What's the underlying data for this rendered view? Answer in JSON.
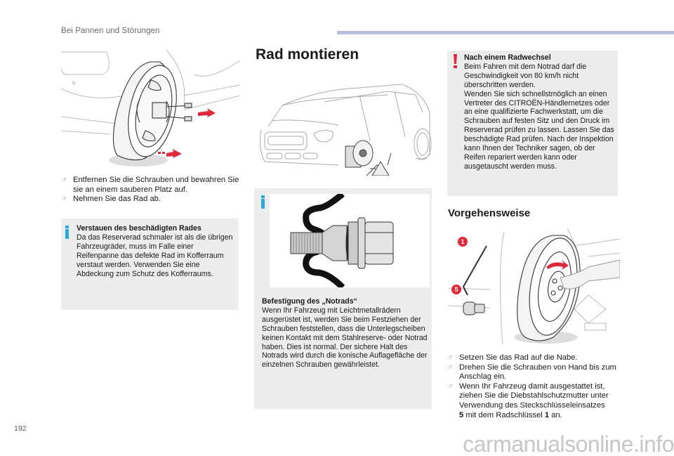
{
  "header": {
    "section_title": "Bei Pannen und Störungen",
    "accent_color": "#b9bde0"
  },
  "left_column": {
    "illustration_icon": "wheel-removal-illustration",
    "steps": [
      "Entfernen Sie die Schrauben und bewahren Sie sie an einem sauberen Platz auf.",
      "Nehmen Sie das Rad ab."
    ],
    "info_box": {
      "icon": "info-icon",
      "title": "Verstauen des beschädigten Rades",
      "body": "Da das Reserverad schmaler ist als die übrigen Fahrzeugräder, muss im Falle einer Reifenpanne das defekte Rad im Kofferraum verstaut werden. Verwenden Sie eine Abdeckung zum Schutz des Kofferraums."
    }
  },
  "middle_column": {
    "heading": "Rad montieren",
    "car_illustration_icon": "car-on-jack-illustration",
    "info_box": {
      "icon": "info-icon",
      "bolt_illustration_icon": "wheel-bolt-illustration",
      "title": "Befestigung des „Notrads“",
      "body": "Wenn Ihr Fahrzeug mit Leichtmetallrädern ausgerüstet ist, werden Sie beim Festziehen der Schrauben feststellen, dass die Unterlegscheiben keinen Kontakt mit dem Stahlreserve- oder Notrad haben. Dies ist normal. Der sichere Halt des Notrads wird durch die konische Auflagefläche der einzelnen Schrauben gewährleistet."
    }
  },
  "right_column": {
    "warning_box": {
      "icon": "warning-icon",
      "title": "Nach einem Radwechsel",
      "body": "Beim Fahren mit dem Notrad darf die Geschwindigkeit von 80 km/h nicht überschritten werden.\nWenden Sie sich schnellstmöglich an einen Vertreter des CITROËN-Händlernetzes oder an eine qualifizierte Fachwerkstatt, um die Schrauben auf festen Sitz und den Druck im Reserverad prüfen zu lassen. Lassen Sie das beschädigte Rad prüfen. Nach der Inspektion kann Ihnen der Techniker sagen, ob der Reifen repariert werden kann oder ausgetauscht werden muss."
    },
    "heading": "Vorgehensweise",
    "illustration_icon": "wheel-mounting-illustration",
    "badges": [
      "1",
      "5"
    ],
    "steps": [
      "Setzen Sie das Rad auf die Nabe.",
      "Drehen Sie die Schrauben von Hand bis zum Anschlag ein.",
      "Wenn Ihr Fahrzeug damit ausgestattet ist, ziehen Sie die Diebstahlschutzmutter unter Verwendung des Steckschlüsseleinsatzes"
    ],
    "last_step_num_a": "5",
    "last_step_mid": " mit dem Radschlüssel ",
    "last_step_num_b": "1",
    "last_step_end": " an."
  },
  "footer": {
    "page_number": "192",
    "watermark": "carmanualsonline.info"
  },
  "colors": {
    "info": "#2fa9dd",
    "warning": "#e0283c",
    "box_bg": "#ebeeed"
  }
}
